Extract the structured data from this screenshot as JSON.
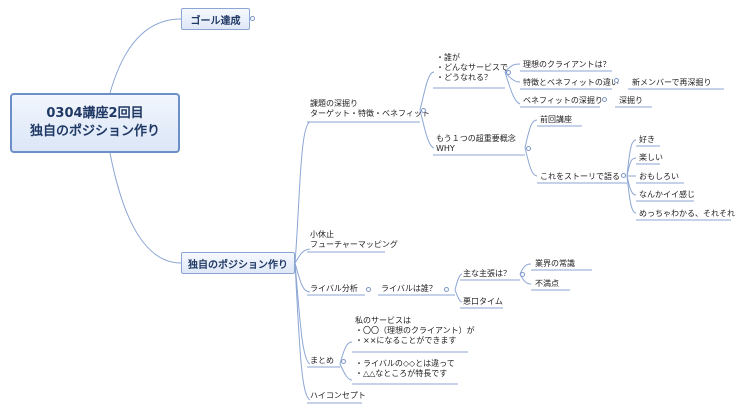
{
  "central": {
    "line1": "0304講座2回目",
    "line2": "独自のポジション作り"
  },
  "goal": {
    "label": "ゴール達成"
  },
  "branch": {
    "label": "独自のポジション作り"
  },
  "topic1": {
    "line1": "課題の深掘り",
    "line2": "ターゲット・特徴・ベネフィット",
    "questions": [
      "・誰が",
      "・どんなサービスで",
      "・どうなれる？"
    ],
    "q_children": [
      "理想のクライアントは？",
      "特徴とベネフィットの違い",
      "ベネフィットの深掘り"
    ],
    "new_member": "新メンバーで再深掘り",
    "deep": "深掘り",
    "concept_line1": "もう１つの超重要概念",
    "concept_line2": "WHY",
    "prev": "前回講座",
    "story": "これをストーリで語る",
    "story_items": [
      "好き",
      "楽しい",
      "おもしろい",
      "なんかイイ感じ",
      "めっちゃわかる、それそれ"
    ]
  },
  "topic2": {
    "line1": "小休止",
    "line2": "フューチャーマッピング"
  },
  "topic3": {
    "label": "ライバル分析",
    "rival": "ライバルは誰？",
    "claim": "主な主張は？",
    "claim_items": [
      "業界の常識",
      "不満点"
    ],
    "bad": "悪口タイム"
  },
  "topic4": {
    "label": "まとめ",
    "block1": [
      "私のサービスは",
      "・〇〇（理想のクライアント）が",
      "・××になることができます"
    ],
    "block2": [
      "・ライバルの◇◇とは違って",
      "・△△なところが特長です"
    ]
  },
  "topic5": {
    "label": "ハイコンセプト"
  }
}
